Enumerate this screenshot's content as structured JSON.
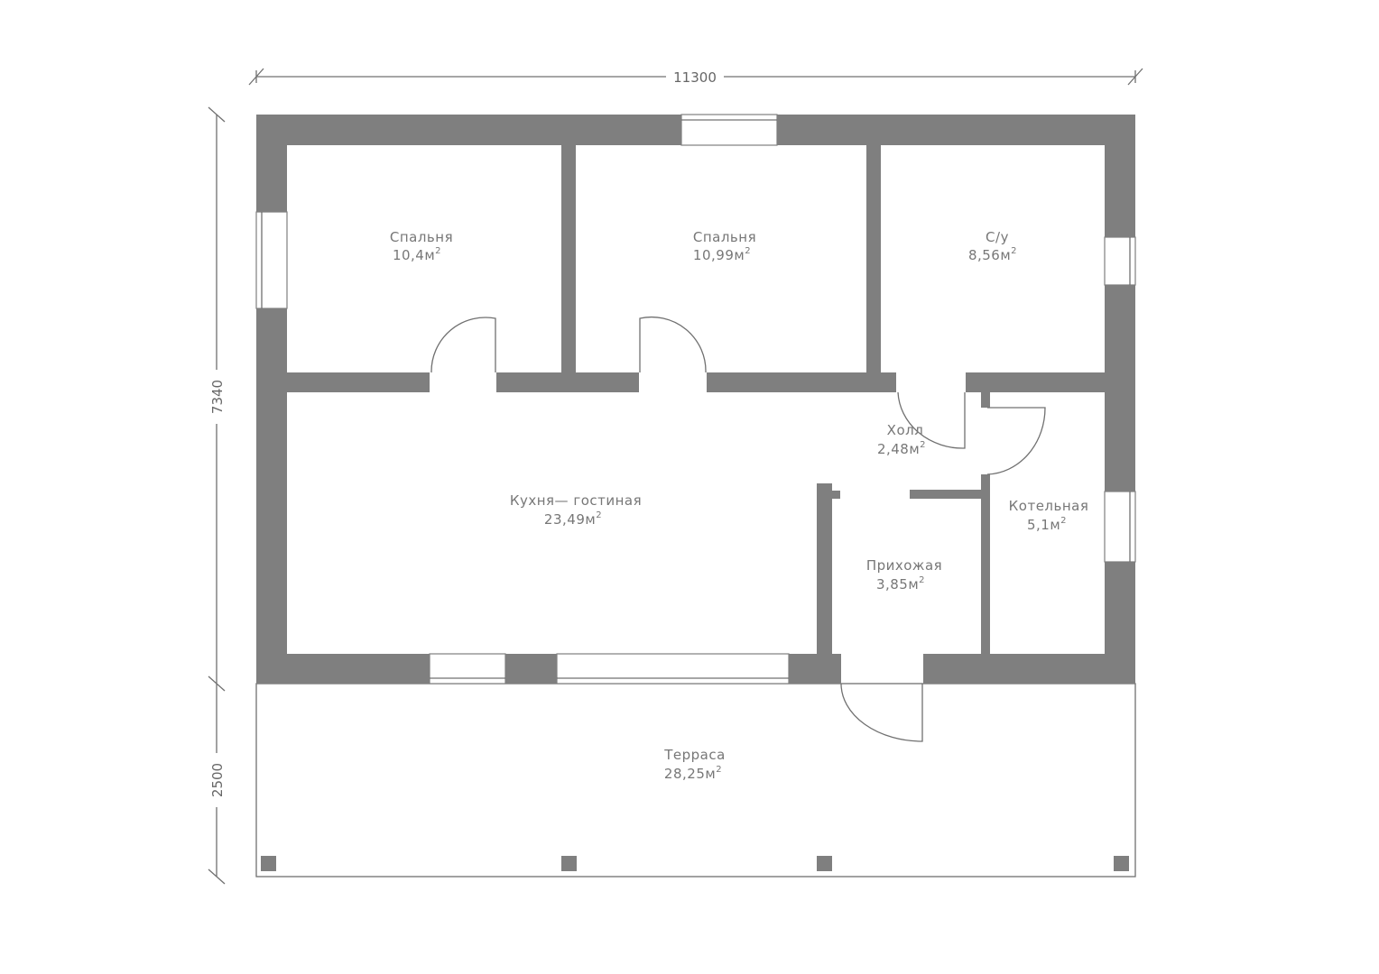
{
  "dimensions": {
    "width": "11300",
    "height_house": "7340",
    "height_terrace": "2500"
  },
  "area_unit": "м",
  "area_exp": "2",
  "rooms": [
    {
      "name": "Спальня",
      "area": "10,4"
    },
    {
      "name": "Спальня",
      "area": "10,99"
    },
    {
      "name": "С/у",
      "area": "8,56"
    },
    {
      "name": "Холл",
      "area": "2,48"
    },
    {
      "name": "Кухня— гостиная",
      "area": "23,49"
    },
    {
      "name": "Котельная",
      "area": "5,1"
    },
    {
      "name": "Прихожая",
      "area": "3,85"
    },
    {
      "name": "Терраса",
      "area": "28,25"
    }
  ],
  "colors": {
    "wall": "#7f7f7f",
    "line": "#707070",
    "text": "#777777"
  }
}
